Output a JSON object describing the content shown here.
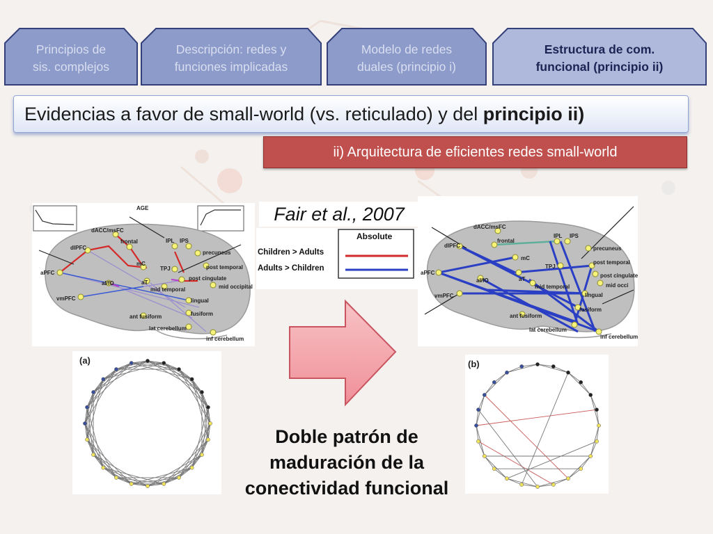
{
  "nav": {
    "tabs": [
      {
        "line1": "Principios de",
        "line2": "sis. complejos",
        "active": false
      },
      {
        "line1": "Descripción: redes y",
        "line2": "funciones implicadas",
        "active": false
      },
      {
        "line1": "Modelo de redes",
        "line2": "duales (principio i)",
        "active": false
      },
      {
        "line1": "Estructura de com.",
        "line2": "funcional (principio ii)",
        "active": true
      }
    ]
  },
  "title": {
    "prefix": "Evidencias a favor de small-world (vs. reticulado) y del ",
    "emphasis": "principio ii)"
  },
  "subtitle": "ii) Arquitectura de eficientes redes small-world",
  "citation": "Fair et al., 2007",
  "legend": {
    "header": "Absolute",
    "rows": [
      {
        "label": "Children > Adults",
        "color": "#d42a2a"
      },
      {
        "label": "Adults > Children",
        "color": "#2a3fc4"
      }
    ]
  },
  "brain_left": {
    "header_text": "AGE",
    "regions": [
      "dACC/msFC",
      "dlPFC",
      "frontal",
      "IPL",
      "IPS",
      "precuneus",
      "aPFC",
      "mC",
      "TPJ",
      "post temporal",
      "aI/fO",
      "aT",
      "post cingulate",
      "vmPFC",
      "mid temporal",
      "mid occipital",
      "lingual",
      "fusiform",
      "ant fusiform",
      "lat cerebellum",
      "inf cerebellum"
    ]
  },
  "brain_right": {
    "regions": [
      "dACC/msFC",
      "dlPFC",
      "frontal",
      "IPL",
      "IPS",
      "precuneus",
      "aPFC",
      "mC",
      "TPJ",
      "post temporal",
      "aI/fO",
      "aT",
      "post cingulate",
      "vmPFC",
      "mid temporal",
      "mid occi",
      "lingual",
      "fusiform",
      "ant fusiform",
      "lat cerebellum",
      "inf cerebellum"
    ]
  },
  "graph_a_label": "(a)",
  "graph_b_label": "(b)",
  "caption": [
    "Doble patrón de",
    "maduración de la",
    "conectividad funcional"
  ],
  "colors": {
    "tab_fill": "#8c9bc9",
    "tab_active_fill": "#aeb9dc",
    "subtitle_bg": "#c0504d",
    "arrow_fill": "#f4a3aa"
  }
}
